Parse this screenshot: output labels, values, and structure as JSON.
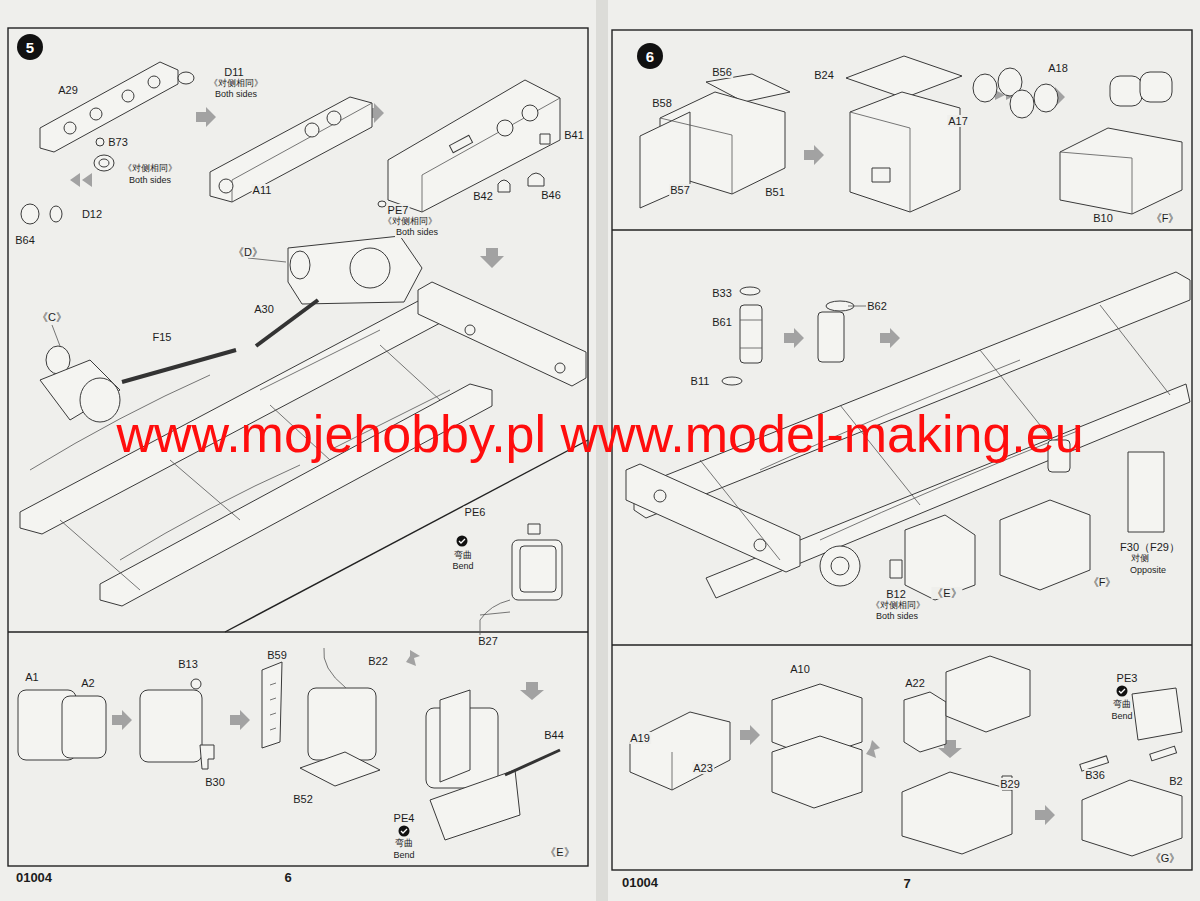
{
  "diagram": {
    "nodes": [
      {
        "text": [
          "5"
        ]
      },
      {
        "text": [
          "6"
        ]
      }
    ],
    "labels": [
      "A29",
      "D11",
      "《对侧相同》",
      "Both sides",
      "B73",
      "《对侧相同》",
      "Both sides",
      "A11",
      "B41",
      "B42",
      "B46",
      "PE7",
      "《对侧相同》",
      "Both sides",
      "B64",
      "D12",
      "《D》",
      "A30",
      "《C》",
      "F15",
      "PE6",
      "弯曲",
      "Bend",
      "B27",
      "A1",
      "A2",
      "B13",
      "B30",
      "B59",
      "B22",
      "B52",
      "B44",
      "PE4",
      "弯曲",
      "Bend",
      "《E》",
      "01004",
      "6",
      "B56",
      "B24",
      "A18",
      "B58",
      "A17",
      "B57",
      "B51",
      "B10",
      "《F》",
      "B33",
      "B62",
      "B61",
      "B11",
      "F30（F29）",
      "对侧",
      "Opposite",
      "B12",
      "《对侧相同》",
      "Both sides",
      "《E》",
      "《F》",
      "A10",
      "A22",
      "PE3",
      "弯曲",
      "Bend",
      "B29",
      "B36",
      "B2",
      "A19",
      "A23",
      "《G》",
      "01004",
      "7",
      "www.mojehobby.pl www.model-making.eu"
    ]
  }
}
